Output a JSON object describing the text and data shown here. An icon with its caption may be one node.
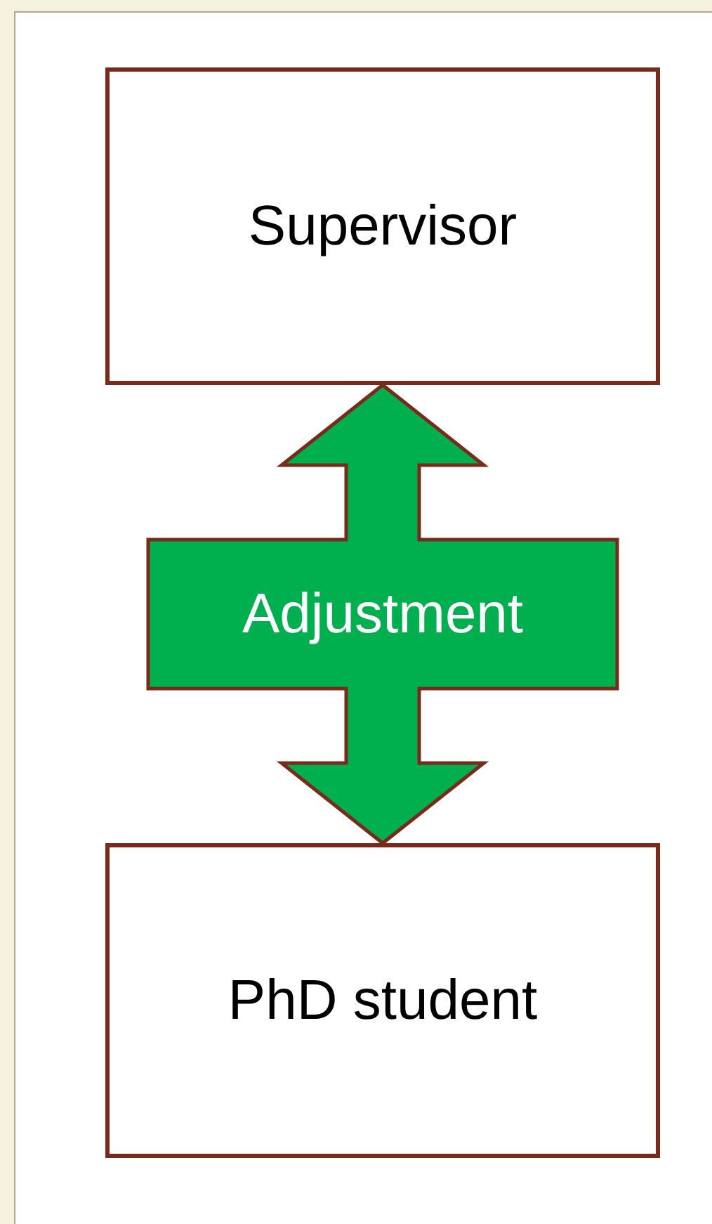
{
  "diagram": {
    "nodes": [
      {
        "text": [
          "Supervisor"
        ]
      },
      {
        "text": [
          "PhD student"
        ]
      }
    ],
    "edges": [
      {
        "from": 0,
        "to": 1,
        "arrow": "both",
        "label": "Adjustment",
        "style": "thick",
        "color": "#00b04f"
      }
    ]
  }
}
